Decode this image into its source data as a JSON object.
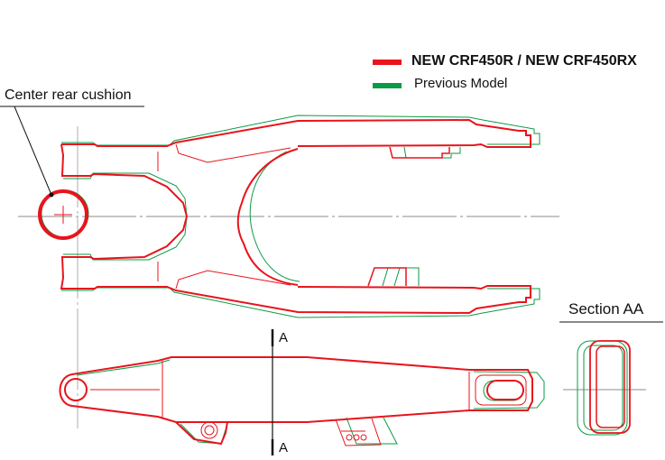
{
  "legend": {
    "items": [
      {
        "label": "NEW CRF450R / NEW CRF450RX",
        "color": "#e8141c"
      },
      {
        "label": "Previous Model",
        "color": "#0b9a45"
      }
    ]
  },
  "callouts": {
    "cushion": "Center rear cushion",
    "section_title": "Section AA",
    "section_mark_top": "A",
    "section_mark_bottom": "A"
  },
  "colors": {
    "new": "#e8141c",
    "previous": "#0b9a45",
    "centerline": "#555555"
  }
}
